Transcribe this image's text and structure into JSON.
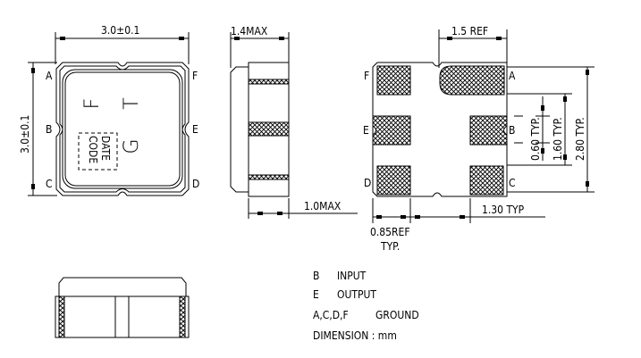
{
  "top_view": {
    "width_dim": "3.0±0.1",
    "height_dim": "3.0±0.1",
    "pins": {
      "A": "A",
      "B": "B",
      "C": "C",
      "D": "D",
      "E": "E",
      "F": "F"
    },
    "marking": {
      "char1": "T",
      "char2": "G",
      "char3": "F",
      "date_line1": "DATE",
      "date_line2": "CODE"
    }
  },
  "side_view": {
    "top_dim": "1.4MAX",
    "bottom_dim": "1.0MAX"
  },
  "bottom_view": {
    "top_dim": "1.5 REF",
    "right_dims": [
      "0.60 TYP.",
      "1.60 TYP.",
      "2.80 TYP."
    ],
    "bottom_dim_right": "1.30 TYP",
    "bottom_dim_left_line1": "0.85REF",
    "bottom_dim_left_line2": "TYP.",
    "pins": {
      "A": "A",
      "B": "B",
      "C": "C",
      "D": "D",
      "E": "E",
      "F": "F"
    }
  },
  "legend": {
    "items": [
      {
        "pin": "B",
        "function": "INPUT"
      },
      {
        "pin": "E",
        "function": "OUTPUT"
      },
      {
        "pin": "A,C,D,F",
        "function": "GROUND"
      }
    ],
    "units": "DIMENSION : mm"
  }
}
